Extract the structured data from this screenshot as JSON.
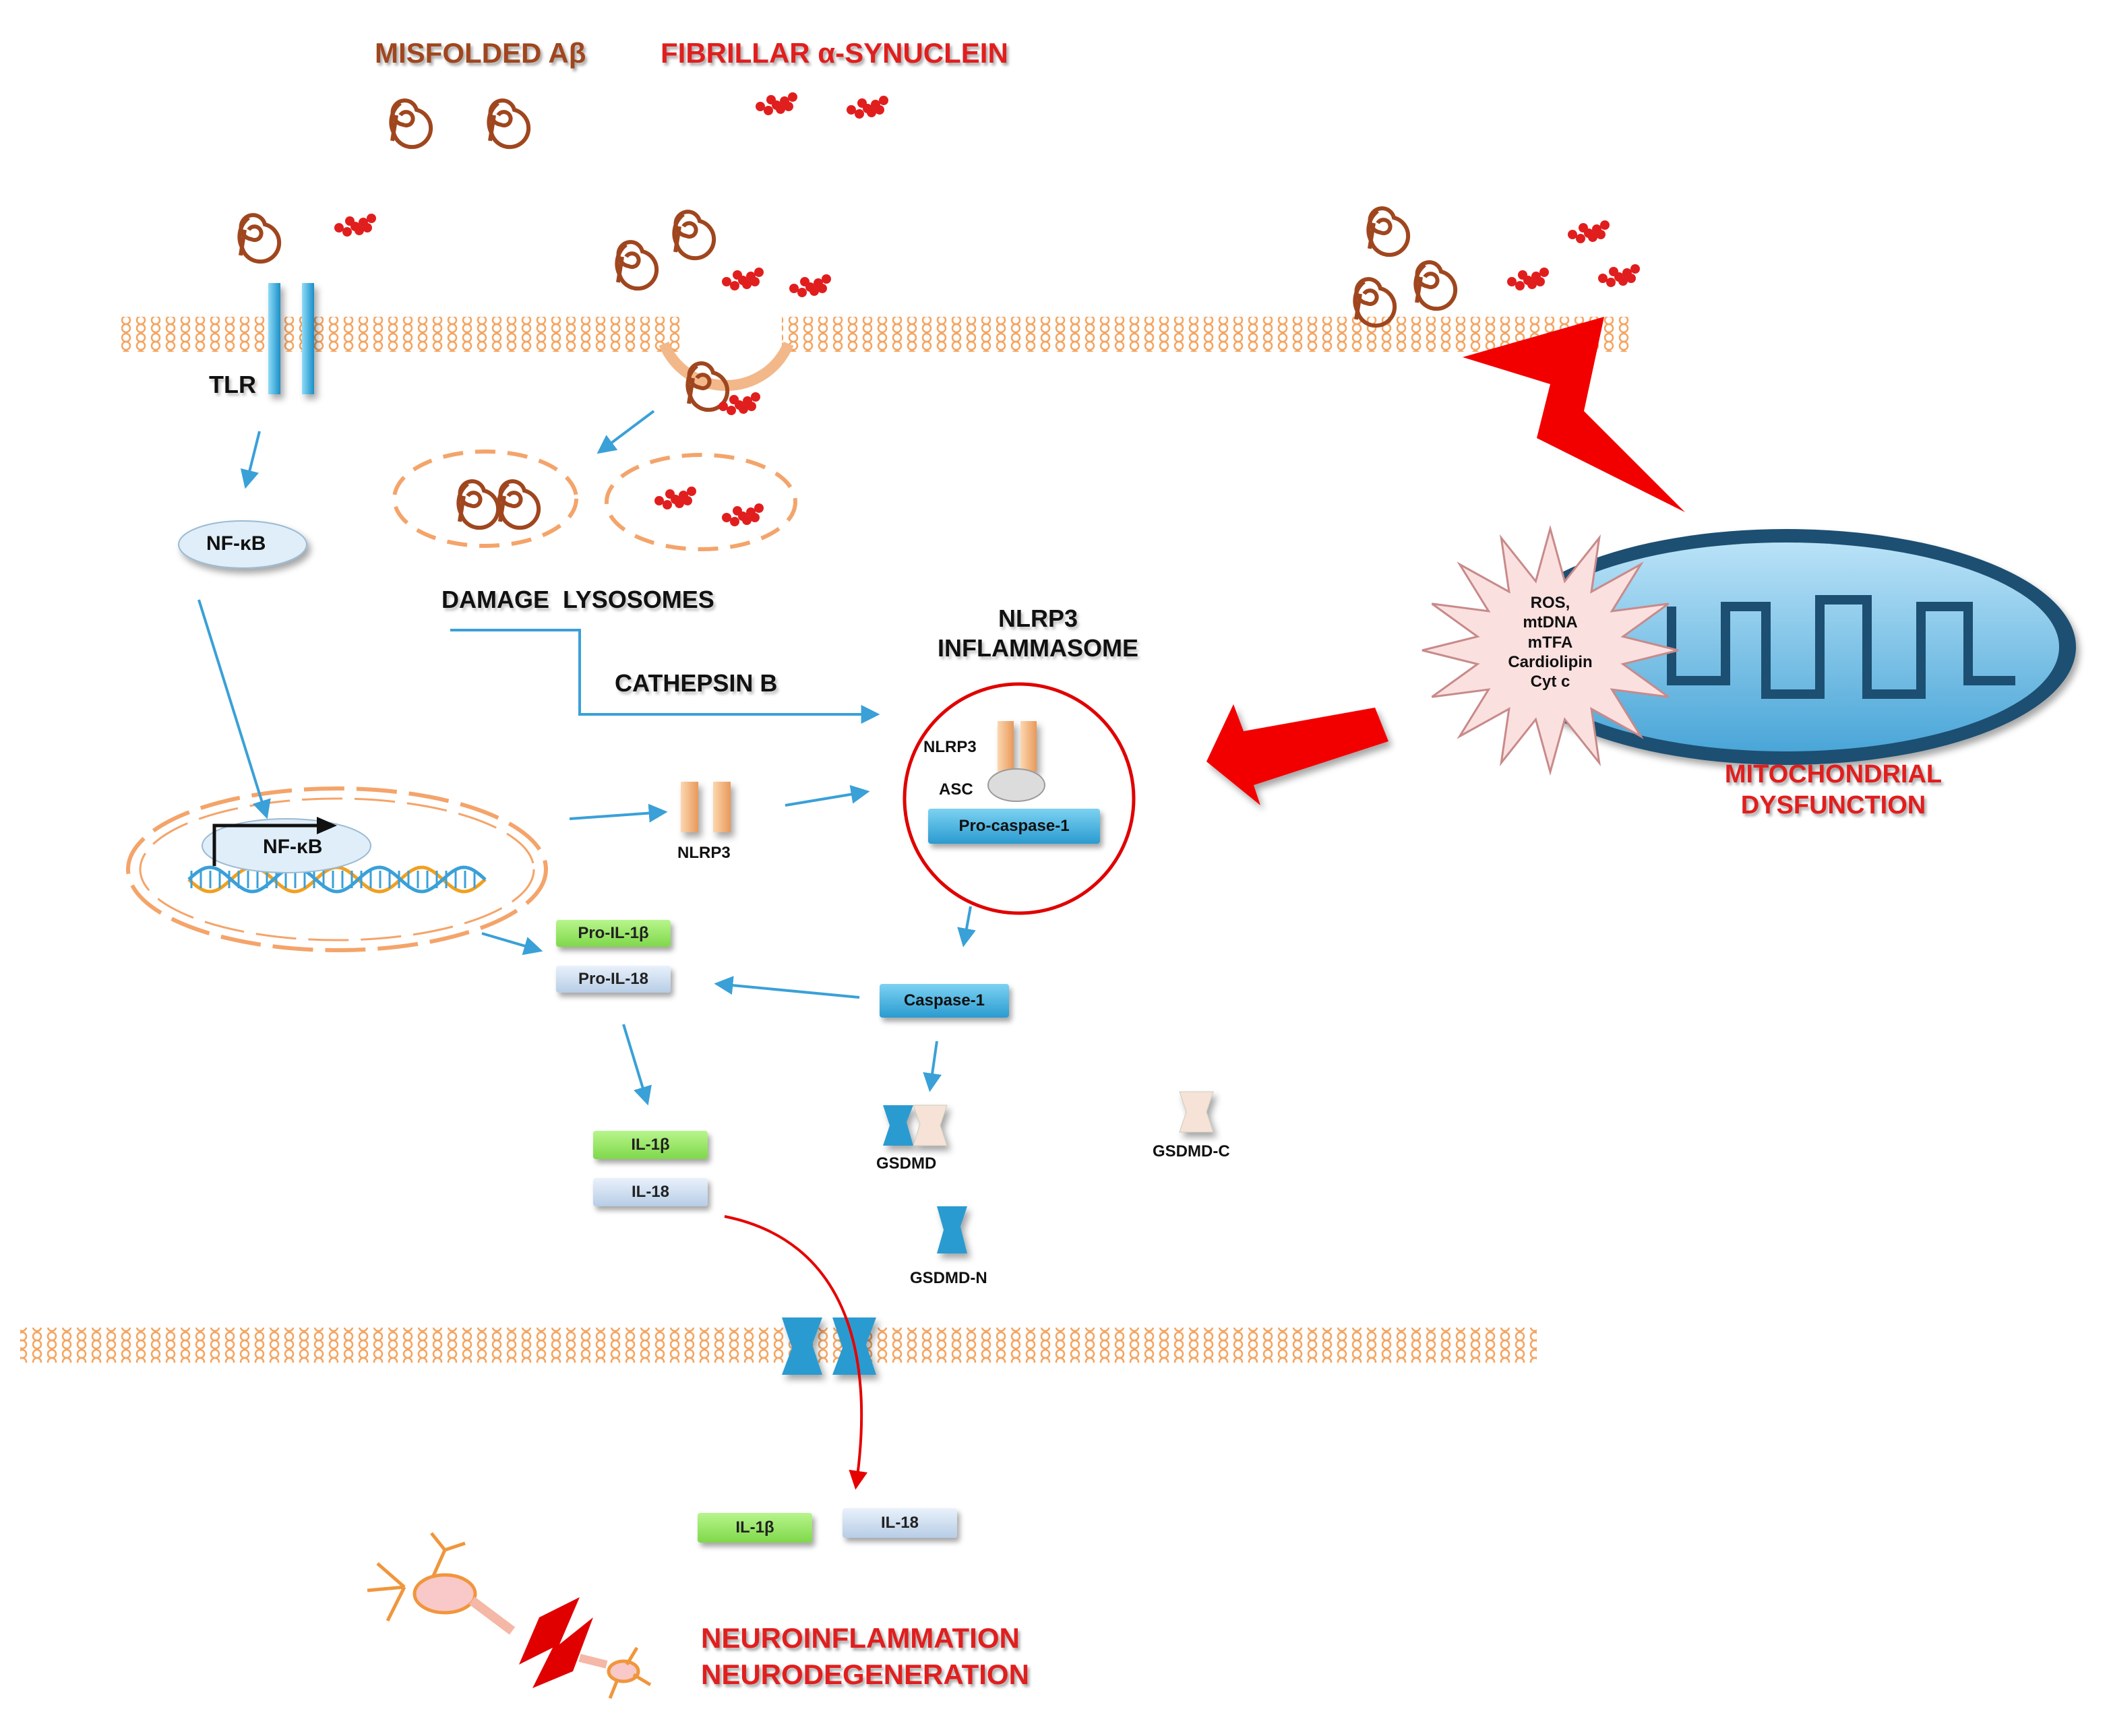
{
  "labels": {
    "misfolded": "MISFOLDED Aβ",
    "synuclein": "FIBRILLAR α-SYNUCLEIN",
    "tlr": "TLR",
    "nfkb_cyto": "NF-κB",
    "nfkb_nuc": "NF-κB",
    "damage_lysosomes": "DAMAGE  LYSOSOMES",
    "cathepsin": "CATHEPSIN B",
    "nlrp3_title_1": "NLRP3",
    "nlrp3_title_2": "INFLAMMASOME",
    "nlrp3_in": "NLRP3",
    "asc": "ASC",
    "procaspase": "Pro-caspase-1",
    "nlrp3_free": "NLRP3",
    "pro_il1b": "Pro-IL-1β",
    "pro_il18": "Pro-IL-18",
    "caspase1": "Caspase-1",
    "il1b": "IL-1β",
    "il18": "IL-18",
    "gsdmd": "GSDMD",
    "gsdmd_c": "GSDMD-C",
    "gsdmd_n": "GSDMD-N",
    "il1b_out": "IL-1β",
    "il18_out": "IL-18",
    "mito_factors": [
      "ROS,",
      "mtDNA",
      "mTFA",
      "Cardiolipin",
      "Cyt c"
    ],
    "mito_dys_1": "MITOCHONDRIAL",
    "mito_dys_2": "DYSFUNCTION",
    "neuro_1": "NEUROINFLAMMATION",
    "neuro_2": "NEURODEGENERATION"
  },
  "colors": {
    "membrane": "#f4a460",
    "arrow_blue": "#3aa0d8",
    "arrow_red": "#e60000",
    "abeta_brown": "#a0461e",
    "synuclein_red": "#e11e1e",
    "mito_blue": "#5fb4e0"
  }
}
